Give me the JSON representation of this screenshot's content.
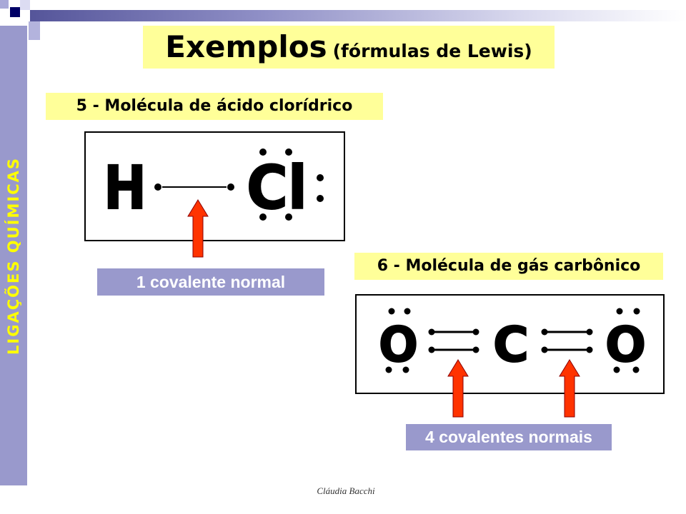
{
  "sidebar": {
    "label": "LIGAÇÕES QUÍMICAS"
  },
  "title": {
    "main": "Exemplos",
    "sub": "(fórmulas de Lewis)"
  },
  "examples": [
    {
      "heading": "5 - Molécula de ácido clorídrico",
      "formula": {
        "atoms": [
          "H",
          "Cl"
        ]
      },
      "caption": "1 covalente normal"
    },
    {
      "heading": "6 - Molécula de gás carbônico",
      "formula": {
        "atoms": [
          "O",
          "C",
          "O"
        ]
      },
      "caption": "4 covalentes normais"
    }
  ],
  "footer": {
    "author": "Cláudia Bacchi"
  },
  "icons": {
    "pointer": "up-arrow-icon"
  },
  "colors": {
    "sidebar": "#9999cc",
    "sidebar-text": "#ffff00",
    "banner": "#ffff99",
    "caption-bg": "#9999cc",
    "caption-text": "#ffffff",
    "arrow": "#ff3300",
    "accent-dark": "#000066"
  }
}
